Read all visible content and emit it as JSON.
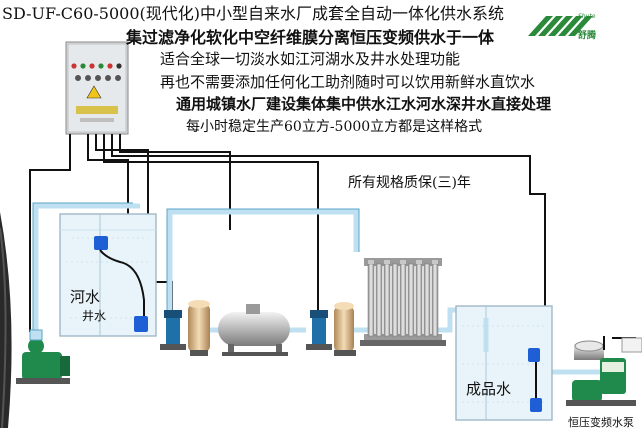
{
  "title": "SD-UF-C60-5000(现代化)中小型自来水厂成套全自动一体化供水系统",
  "subtitle": "集过滤净化软化中空纤维膜分离恒压变频供水于一体",
  "lines": [
    "适合全球一切淡水如江河湖水及井水处理功能",
    "再也不需要添加任何化工助剂随时可以饮用新鲜水直饮水",
    "通用城镇水厂建设集体集中供水江水河水深井水直接处理",
    "每小时稳定生产60立方-5000立方都是这样格式"
  ],
  "warranty": "所有规格质保(三)年",
  "labels": {
    "river": "河水",
    "well": "井水",
    "product": "成品水",
    "pump": "恒压变频水泵"
  },
  "brand": "舒腾",
  "colors": {
    "pipe_blue": "#bfe0f0",
    "pipe_black": "#111111",
    "tank_water": "#e9f4fa",
    "pump_green": "#1f8a4c",
    "level_blue": "#1f5fd6",
    "brand_green": "#2a8a3a"
  }
}
